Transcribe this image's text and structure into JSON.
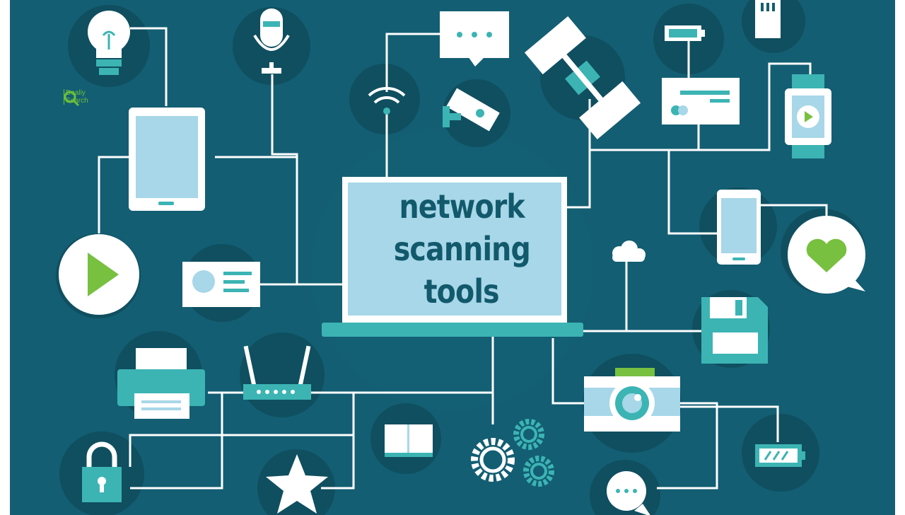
{
  "title_lines": [
    "network",
    "scanning",
    "tools"
  ],
  "logo": {
    "line1": "Dealiy",
    "line2": "Search"
  },
  "colors": {
    "background": "#135e73",
    "circle": "#0f4f60",
    "line": "#ffffff",
    "screen": "#a7d7e8",
    "teal": "#3cb4b4",
    "green": "#78c040",
    "title_text": "#12596c"
  },
  "icons": [
    "lightbulb-icon",
    "microphone-icon",
    "chat-bubble-icon",
    "satellite-icon",
    "battery-icon",
    "sd-card-icon",
    "tablet-icon",
    "wifi-icon",
    "security-camera-icon",
    "credit-card-icon",
    "smartwatch-icon",
    "play-button-icon",
    "id-card-icon",
    "laptop-icon",
    "smartphone-icon",
    "heart-bubble-icon",
    "cloud-icon",
    "floppy-disk-icon",
    "printer-icon",
    "router-icon",
    "photo-camera-icon",
    "book-icon",
    "gears-icon",
    "padlock-icon",
    "star-icon",
    "chat-bubble-small-icon",
    "battery-charging-icon"
  ]
}
